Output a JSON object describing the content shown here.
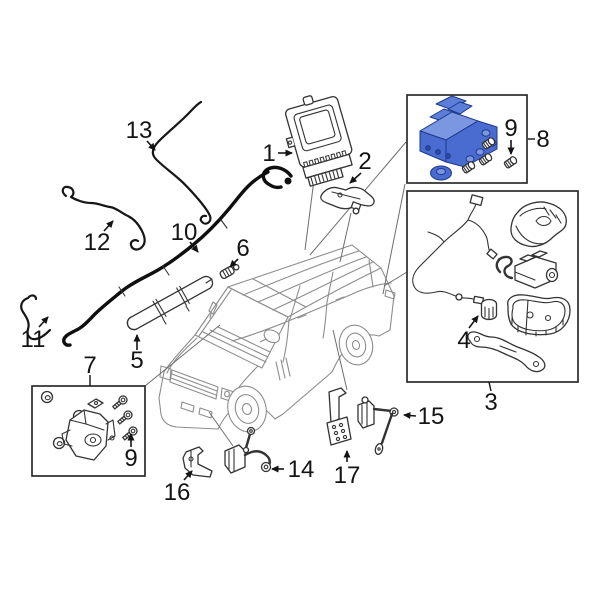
{
  "page": {
    "background": "#ffffff",
    "type": "exploded-parts-diagram"
  },
  "diagram": {
    "description": "Vehicle air suspension exploded parts diagram with numbered callouts",
    "colors": {
      "highlight": "#4a6bd0",
      "highlight_dark": "#1c3a8c",
      "highlight_light": "#7b97e2",
      "ink": "#333333",
      "car_outline": "#8d8d8d",
      "label": "#141414",
      "box_border": "#2b2b2b",
      "background": "#ffffff"
    },
    "callout_boxes": [
      {
        "name": "box-8",
        "contains": [
          "8",
          "9"
        ],
        "highlighted_part": true
      },
      {
        "name": "box-3",
        "contains": [
          "3",
          "4"
        ],
        "highlighted_part": false
      },
      {
        "name": "box-7",
        "contains": [
          "7",
          "9"
        ],
        "highlighted_part": false
      }
    ],
    "labels": [
      {
        "id": "callout-1",
        "text": "1"
      },
      {
        "id": "callout-2",
        "text": "2"
      },
      {
        "id": "callout-3",
        "text": "3"
      },
      {
        "id": "callout-4",
        "text": "4"
      },
      {
        "id": "callout-5",
        "text": "5"
      },
      {
        "id": "callout-6",
        "text": "6"
      },
      {
        "id": "callout-7",
        "text": "7"
      },
      {
        "id": "callout-8",
        "text": "8"
      },
      {
        "id": "callout-9-box8",
        "text": "9"
      },
      {
        "id": "callout-9-box7",
        "text": "9"
      },
      {
        "id": "callout-10",
        "text": "10"
      },
      {
        "id": "callout-11",
        "text": "11"
      },
      {
        "id": "callout-12",
        "text": "12"
      },
      {
        "id": "callout-13",
        "text": "13"
      },
      {
        "id": "callout-14",
        "text": "14"
      },
      {
        "id": "callout-15",
        "text": "15"
      },
      {
        "id": "callout-16",
        "text": "16"
      },
      {
        "id": "callout-17",
        "text": "17"
      }
    ]
  }
}
